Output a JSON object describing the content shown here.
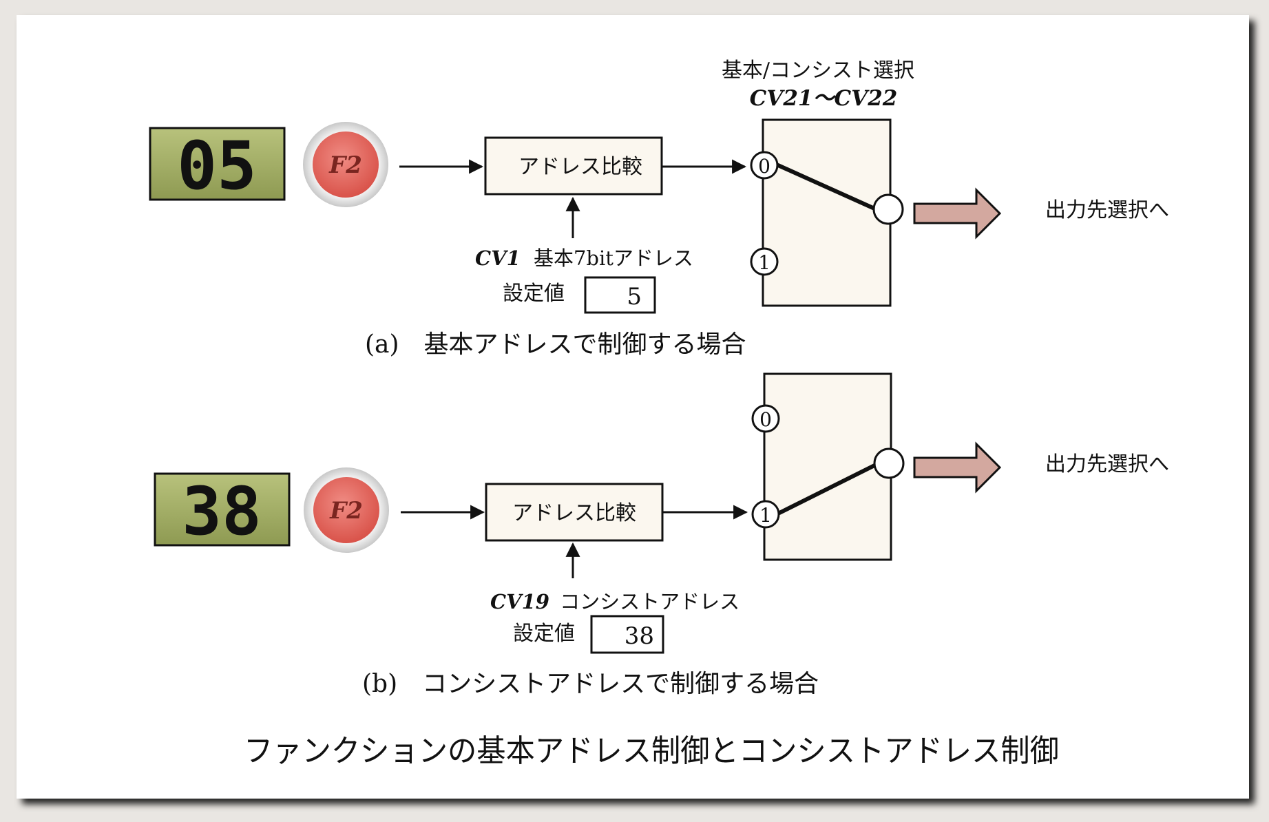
{
  "section_a": {
    "display_value": "05",
    "button_label": "F2",
    "compare_box": "アドレス比較",
    "cv_code": "CV1",
    "cv_name": "基本7bitアドレス",
    "setting_label": "設定値",
    "setting_value": "5",
    "port_0": "0",
    "port_1": "1",
    "selected_port": 0,
    "output_label": "出力先選択へ",
    "caption": "(a)　基本アドレスで制御する場合"
  },
  "switch_header": {
    "title": "基本/コンシスト選択",
    "cv_range": "CV21～CV22"
  },
  "section_b": {
    "display_value": "38",
    "button_label": "F2",
    "compare_box": "アドレス比較",
    "cv_code": "CV19",
    "cv_name": "コンシストアドレス",
    "setting_label": "設定値",
    "setting_value": "38",
    "port_0": "0",
    "port_1": "1",
    "selected_port": 1,
    "output_label": "出力先選択へ",
    "caption": "(b)　コンシストアドレスで制御する場合"
  },
  "figure_title": "ファンクションの基本アドレス制御とコンシストアドレス制御",
  "colors": {
    "lcd_background": "#a3ae66",
    "button_red": "#e8675e",
    "box_fill": "#fbf7ef",
    "output_arrow": "#d3a89f"
  }
}
